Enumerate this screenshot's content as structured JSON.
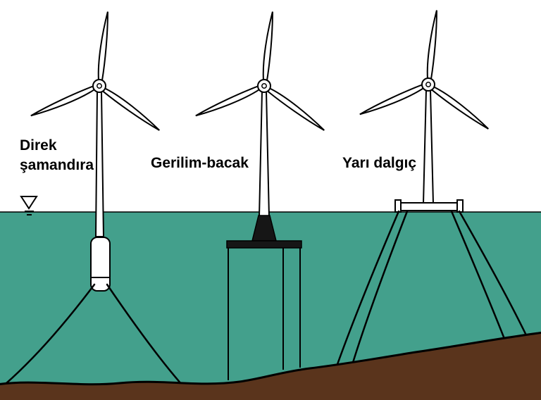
{
  "diagram": {
    "labels": {
      "spar": {
        "line1": "Direk",
        "line2": "şamandıra"
      },
      "tension_leg": "Gerilim-bacak",
      "semi_submersible": "Yarı dalgıç"
    },
    "colors": {
      "sky": "#ffffff",
      "sea": "#43A08C",
      "seabed": "#5A341C",
      "outline": "#000000"
    }
  }
}
